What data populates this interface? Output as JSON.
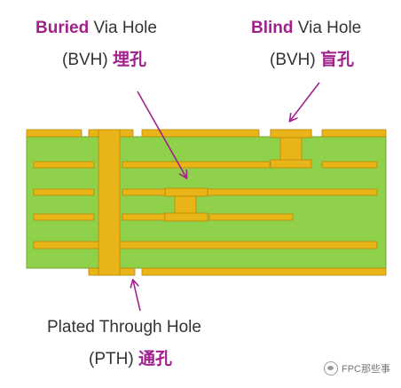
{
  "buried": {
    "line1_bold": "Buried",
    "line1_rest": " Via Hole",
    "line2_abbr": "(BVH) ",
    "line2_cjk": "埋孔"
  },
  "blind": {
    "line1_bold": "Blind",
    "line1_rest": " Via Hole",
    "line2_abbr": "(BVH) ",
    "line2_cjk": "盲孔"
  },
  "plated": {
    "line1": "Plated Through Hole",
    "line2_abbr": "(PTH) ",
    "line2_cjk": "通孔"
  },
  "watermark": {
    "text": "FPC那些事",
    "icon": "wechat-icon"
  },
  "colors": {
    "board": "#8fd14a",
    "copper": "#e8b418",
    "copper_edge": "#b88a0a",
    "arrow": "#a0218c",
    "highlight": "#a0218c"
  }
}
